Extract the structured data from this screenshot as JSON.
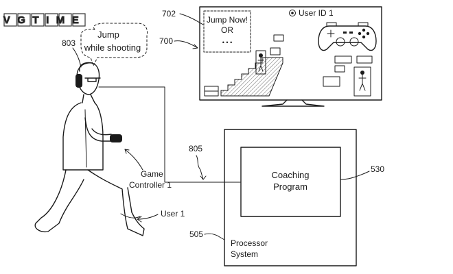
{
  "watermark": {
    "text": "VGTIME"
  },
  "speech": {
    "line1": "Jump",
    "line2": "while shooting"
  },
  "labels": {
    "ref_803": "803",
    "ref_702": "702",
    "ref_700": "700",
    "ref_805": "805",
    "ref_530": "530",
    "ref_505": "505",
    "game_controller_line1": "Game",
    "game_controller_line2": "Controller 1",
    "user": "User 1"
  },
  "screen": {
    "hint_line1": "Jump Now!",
    "hint_line2": "OR",
    "hint_line3": "• • •",
    "user_id": "User ID 1"
  },
  "coaching": {
    "line1": "Coaching",
    "line2": "Program"
  },
  "processor": {
    "line1": "Processor",
    "line2": "System"
  }
}
